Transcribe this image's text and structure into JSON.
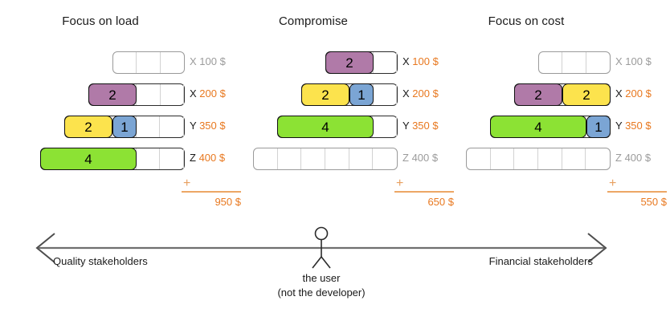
{
  "colors": {
    "purple": "#b07aa8",
    "yellow": "#fce34d",
    "green": "#8ce234",
    "blue": "#7ba5d4",
    "accent_orange": "#e8781f",
    "muted_gray": "#9b9b9b"
  },
  "scenarios": [
    {
      "title": "Focus on load",
      "total_plus": "+",
      "total_sum": "950 $",
      "rows": [
        {
          "cells": 3,
          "muted": true,
          "key": "X",
          "value": "100 $",
          "blocks": []
        },
        {
          "cells": 4,
          "muted": false,
          "key": "X",
          "value": "200 $",
          "blocks": [
            {
              "color": "purple",
              "span": 2,
              "label": "2"
            }
          ]
        },
        {
          "cells": 5,
          "muted": false,
          "key": "Y",
          "value": "350 $",
          "blocks": [
            {
              "color": "yellow",
              "span": 2,
              "label": "2"
            },
            {
              "color": "blue",
              "span": 1,
              "label": "1"
            }
          ]
        },
        {
          "cells": 6,
          "muted": false,
          "key": "Z",
          "value": "400 $",
          "blocks": [
            {
              "color": "green",
              "span": 4,
              "label": "4"
            }
          ]
        }
      ]
    },
    {
      "title": "Compromise",
      "total_plus": "+",
      "total_sum": "650 $",
      "rows": [
        {
          "cells": 3,
          "muted": false,
          "key": "X",
          "value": "100 $",
          "blocks": [
            {
              "color": "purple",
              "span": 2,
              "label": "2"
            }
          ]
        },
        {
          "cells": 4,
          "muted": false,
          "key": "X",
          "value": "200 $",
          "blocks": [
            {
              "color": "yellow",
              "span": 2,
              "label": "2"
            },
            {
              "color": "blue",
              "span": 1,
              "label": "1"
            }
          ]
        },
        {
          "cells": 5,
          "muted": false,
          "key": "Y",
          "value": "350 $",
          "blocks": [
            {
              "color": "green",
              "span": 4,
              "label": "4"
            }
          ]
        },
        {
          "cells": 6,
          "muted": true,
          "key": "Z",
          "value": "400 $",
          "blocks": []
        }
      ]
    },
    {
      "title": "Focus on cost",
      "total_plus": "+",
      "total_sum": "550 $",
      "rows": [
        {
          "cells": 3,
          "muted": true,
          "key": "X",
          "value": "100 $",
          "blocks": []
        },
        {
          "cells": 4,
          "muted": false,
          "key": "X",
          "value": "200 $",
          "blocks": [
            {
              "color": "purple",
              "span": 2,
              "label": "2"
            },
            {
              "color": "yellow",
              "span": 2,
              "label": "2"
            }
          ]
        },
        {
          "cells": 5,
          "muted": false,
          "key": "Y",
          "value": "350 $",
          "blocks": [
            {
              "color": "green",
              "span": 4,
              "label": "4"
            },
            {
              "color": "blue",
              "span": 1,
              "label": "1"
            }
          ]
        },
        {
          "cells": 6,
          "muted": true,
          "key": "Z",
          "value": "400 $",
          "blocks": []
        }
      ]
    }
  ],
  "axis": {
    "left_label": "Quality stakeholders",
    "right_label": "Financial stakeholders",
    "user_caption_line1": "the user",
    "user_caption_line2": "(not the developer)"
  }
}
